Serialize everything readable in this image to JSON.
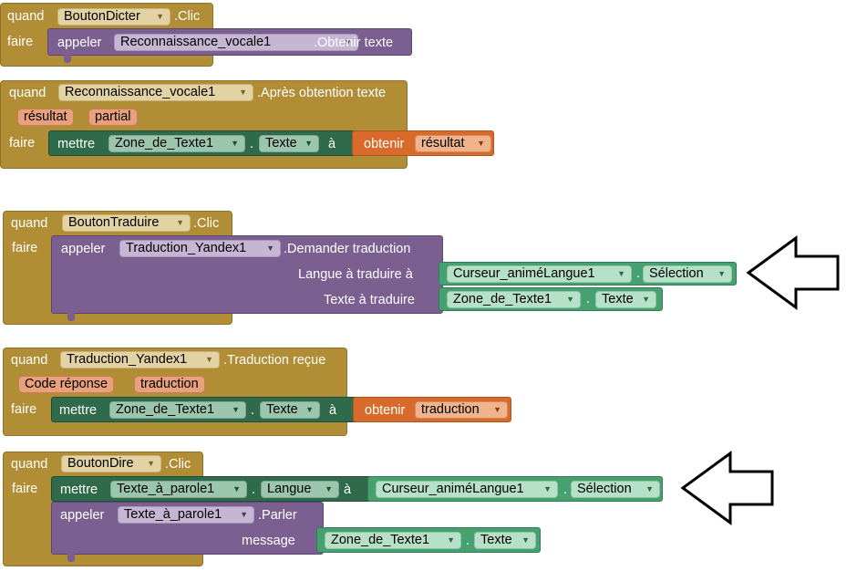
{
  "keywords": {
    "when": "quand",
    "do": "faire",
    "call": "appeler",
    "set": "mettre",
    "to": "à",
    "get": "obtenir",
    "dot": "."
  },
  "block1": {
    "component": "BoutonDicter",
    "event": ".Clic",
    "call_component": "Reconnaissance_vocale1",
    "call_method": ".Obtenir texte"
  },
  "block2": {
    "component": "Reconnaissance_vocale1",
    "event": ".Après obtention texte",
    "params": [
      "résultat",
      "partial"
    ],
    "set_component": "Zone_de_Texte1",
    "set_property": "Texte",
    "get_var": "résultat"
  },
  "block3": {
    "component": "BoutonTraduire",
    "event": ".Clic",
    "call_component": "Traduction_Yandex1",
    "call_method": ".Demander traduction",
    "arg1_label": "Langue à traduire à",
    "arg1_component": "Curseur_animéLangue1",
    "arg1_property": "Sélection",
    "arg2_label": "Texte à traduire",
    "arg2_component": "Zone_de_Texte1",
    "arg2_property": "Texte"
  },
  "block4": {
    "component": "Traduction_Yandex1",
    "event": ".Traduction reçue",
    "params": [
      "Code réponse",
      "traduction"
    ],
    "set_component": "Zone_de_Texte1",
    "set_property": "Texte",
    "get_var": "traduction"
  },
  "block5": {
    "component": "BoutonDire",
    "event": ".Clic",
    "set_component": "Texte_à_parole1",
    "set_property": "Langue",
    "value_component": "Curseur_animéLangue1",
    "value_property": "Sélection",
    "call_component": "Texte_à_parole1",
    "call_method": ".Parler",
    "arg_label": "message",
    "arg_component": "Zone_de_Texte1",
    "arg_property": "Texte"
  },
  "icons": {
    "dropdown": "triangle-down",
    "annotation_arrow": "left-arrow-outline"
  },
  "colors": {
    "event": "#b18e35",
    "procedure": "#7c5f91",
    "setter": "#2f6b4b",
    "getter": "#47a070",
    "variable": "#d86a2c"
  }
}
